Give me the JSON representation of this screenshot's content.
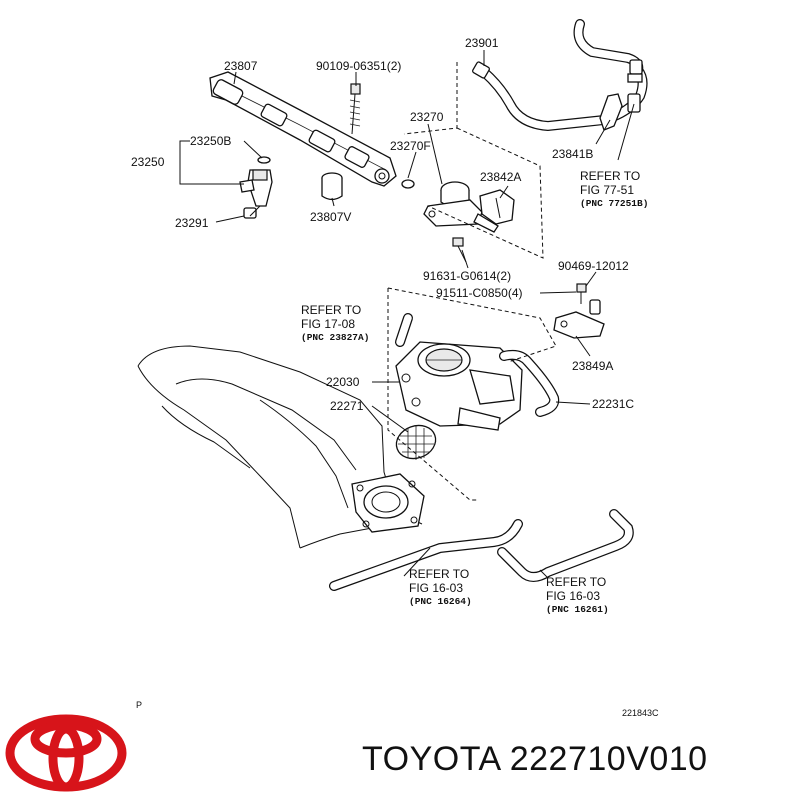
{
  "labels": {
    "l23807": "23807",
    "l90109": "90109-06351(2)",
    "l23901": "23901",
    "l23250b": "23250B",
    "l23250": "23250",
    "l23270": "23270",
    "l23270f": "23270F",
    "l23841b": "23841B",
    "l23842a": "23842A",
    "l23291": "23291",
    "l23807v": "23807V",
    "l91631": "91631-G0614(2)",
    "l90469": "90469-12012",
    "l91511": "91511-C0850(4)",
    "l22030": "22030",
    "l22271": "22271",
    "l23849a": "23849A",
    "l22231c": "22231C",
    "sheet_code": "221843C",
    "p_mark": "P"
  },
  "refs": [
    {
      "refer": "REFER TO",
      "fig": "FIG 77-51",
      "pnc": "(PNC 77251B)"
    },
    {
      "refer": "REFER TO",
      "fig": "FIG 17-08",
      "pnc": "(PNC 23827A)"
    },
    {
      "refer": "REFER TO",
      "fig": "FIG 16-03",
      "pnc": "(PNC 16264)"
    },
    {
      "refer": "REFER TO",
      "fig": "FIG 16-03",
      "pnc": "(PNC 16261)"
    }
  ],
  "brand": {
    "name": "TOYOTA",
    "part_number": "222710V010",
    "logo_color": "#d7141a"
  }
}
